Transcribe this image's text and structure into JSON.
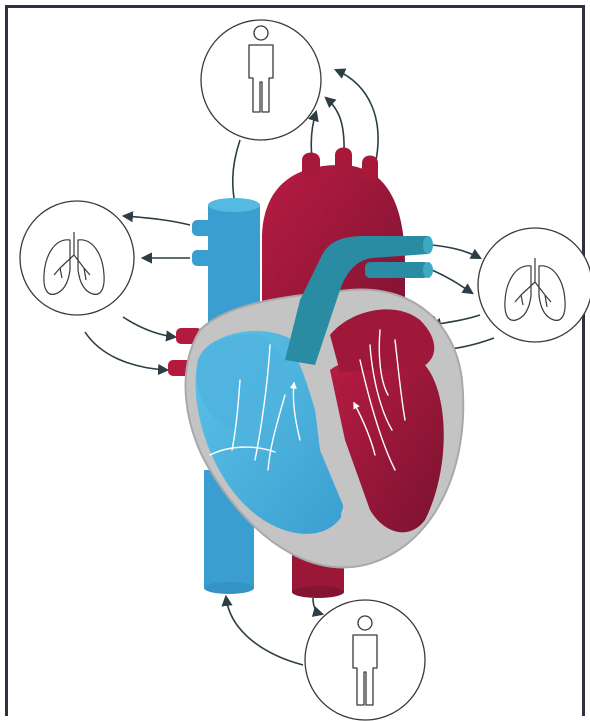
{
  "diagram": {
    "colors": {
      "deoxygenated_blue": "#3a9fd0",
      "deoxygenated_blue_light": "#57bde3",
      "pulmonary_teal": "#2a8ca3",
      "oxygenated_red": "#a8183a",
      "oxygenated_red_dark": "#7d1330",
      "heart_wall_gray": "#c4c4c4",
      "heart_wall_edge": "#9a9a9a",
      "arrow_dark": "#2c3e44",
      "icon_stroke": "#3a3a3a",
      "frame": "#2d3140"
    },
    "icons": [
      {
        "name": "body-icon-top",
        "symbol": "person"
      },
      {
        "name": "lungs-icon-left",
        "symbol": "lungs"
      },
      {
        "name": "lungs-icon-right",
        "symbol": "lungs"
      },
      {
        "name": "body-icon-bottom",
        "symbol": "person"
      }
    ],
    "structures": [
      "superior-vena-cava",
      "inferior-vena-cava",
      "aorta",
      "pulmonary-artery",
      "pulmonary-veins",
      "right-atrium",
      "right-ventricle",
      "left-atrium",
      "left-ventricle",
      "septum",
      "heart-wall"
    ]
  }
}
